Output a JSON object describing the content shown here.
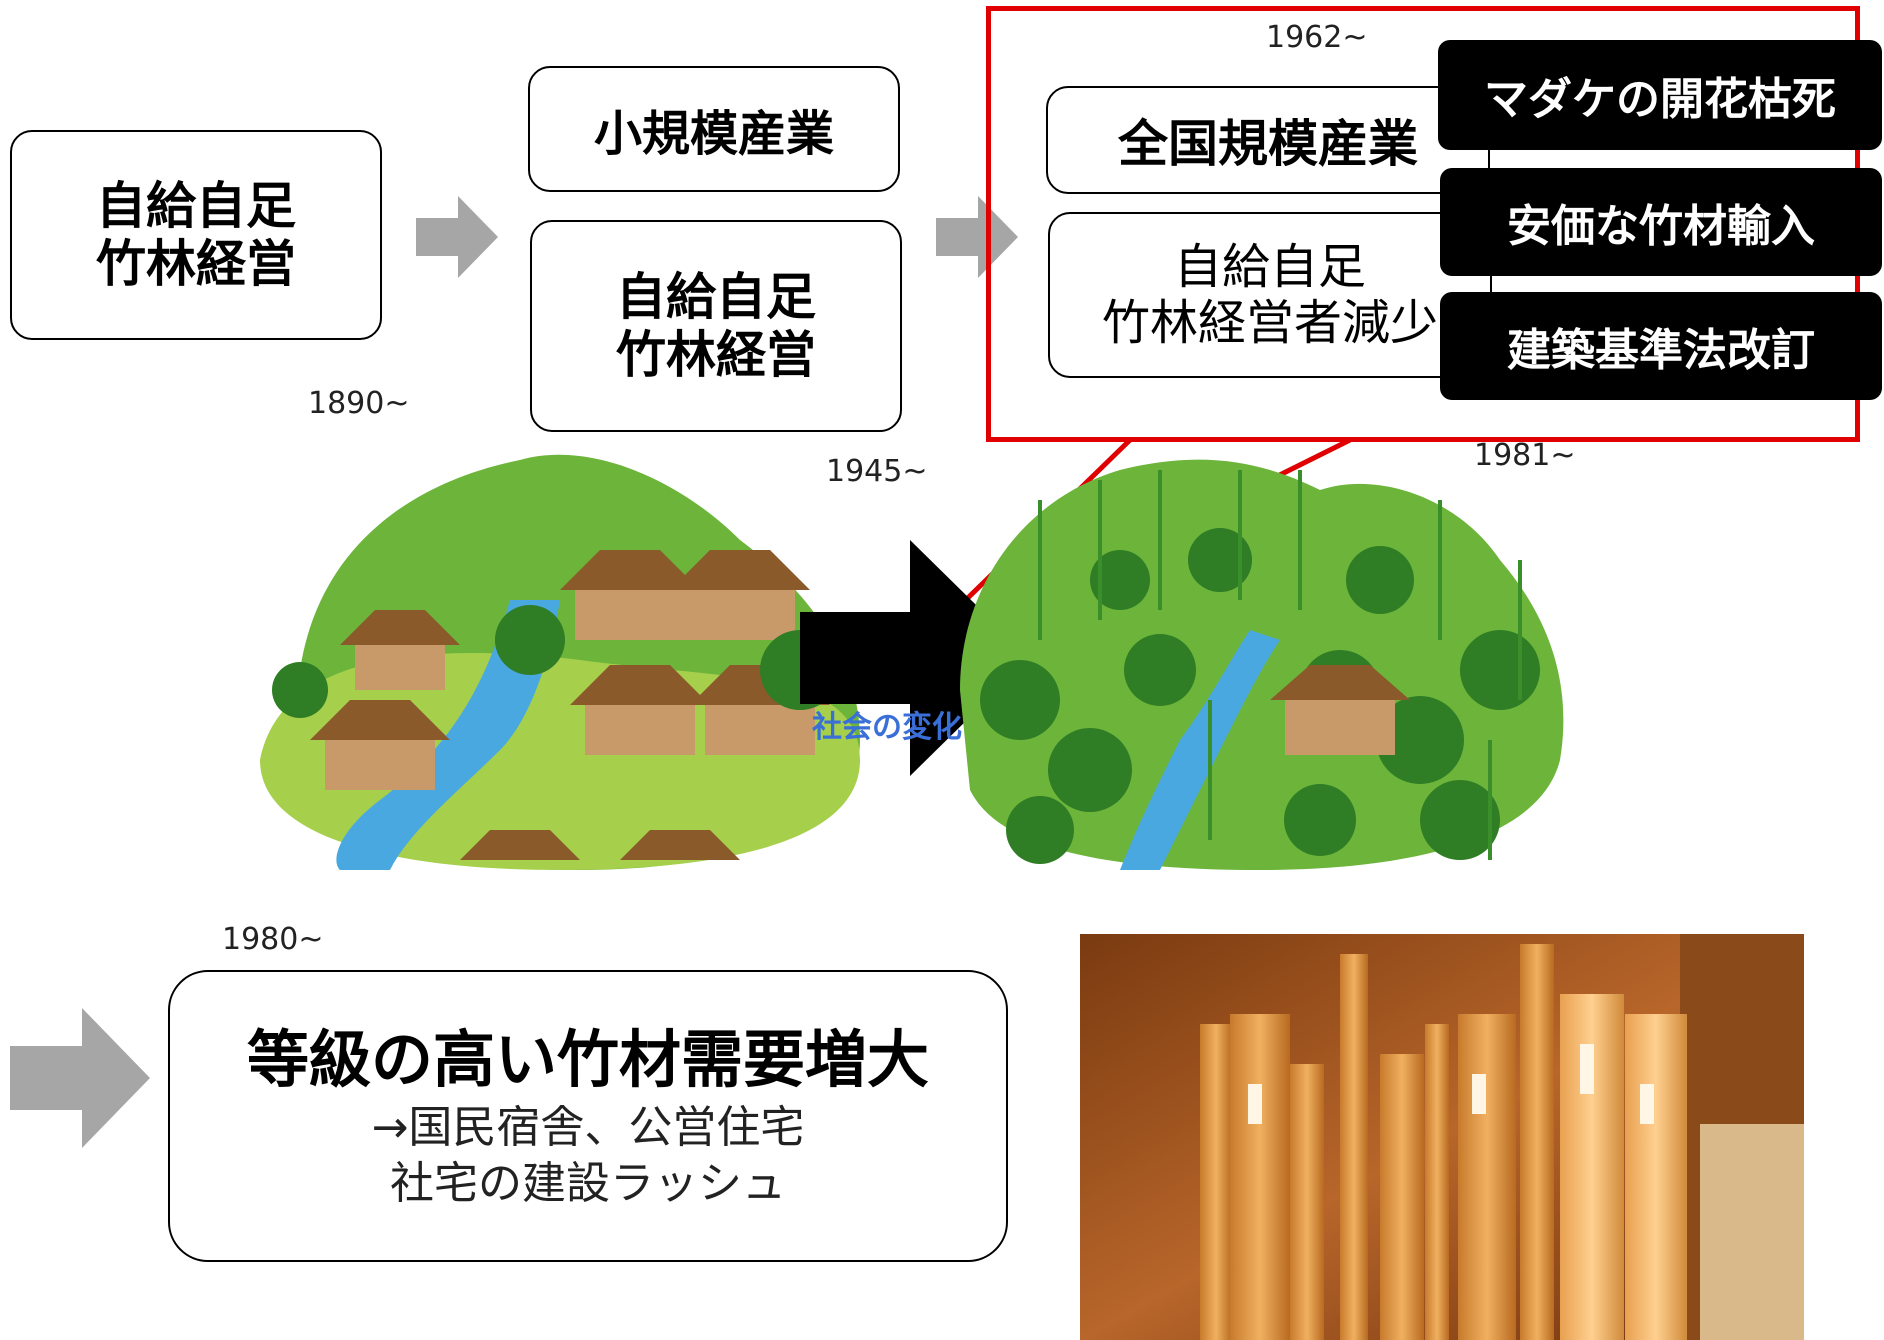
{
  "stage1": {
    "line1": "自給自足",
    "line2": "竹林経営",
    "year": "1890~"
  },
  "stage2": {
    "top": "小規模産業",
    "bottom_line1": "自給自足",
    "bottom_line2": "竹林経営",
    "year": "1945~"
  },
  "stage3": {
    "year_top": "1962~",
    "top": "全国規模産業",
    "bottom_line1": "自給自足",
    "bottom_line2": "竹林経営者減少",
    "causes": [
      "マダケの開花枯死",
      "安価な竹材輸入",
      "建築基準法改訂"
    ],
    "year_right": "1981~"
  },
  "illustration": {
    "label": "社会の変化"
  },
  "stage4": {
    "year": "1980~",
    "title": "等級の高い竹材需要増大",
    "line2": "→国民宿舎、公営住宅",
    "line3": "社宅の建設ラッシュ"
  },
  "colors": {
    "red": "#e00000",
    "arrow_gray": "#a6a6a6",
    "grass": "#8fc43a",
    "mountain": "#6cb53a",
    "river": "#4aa8e0"
  }
}
